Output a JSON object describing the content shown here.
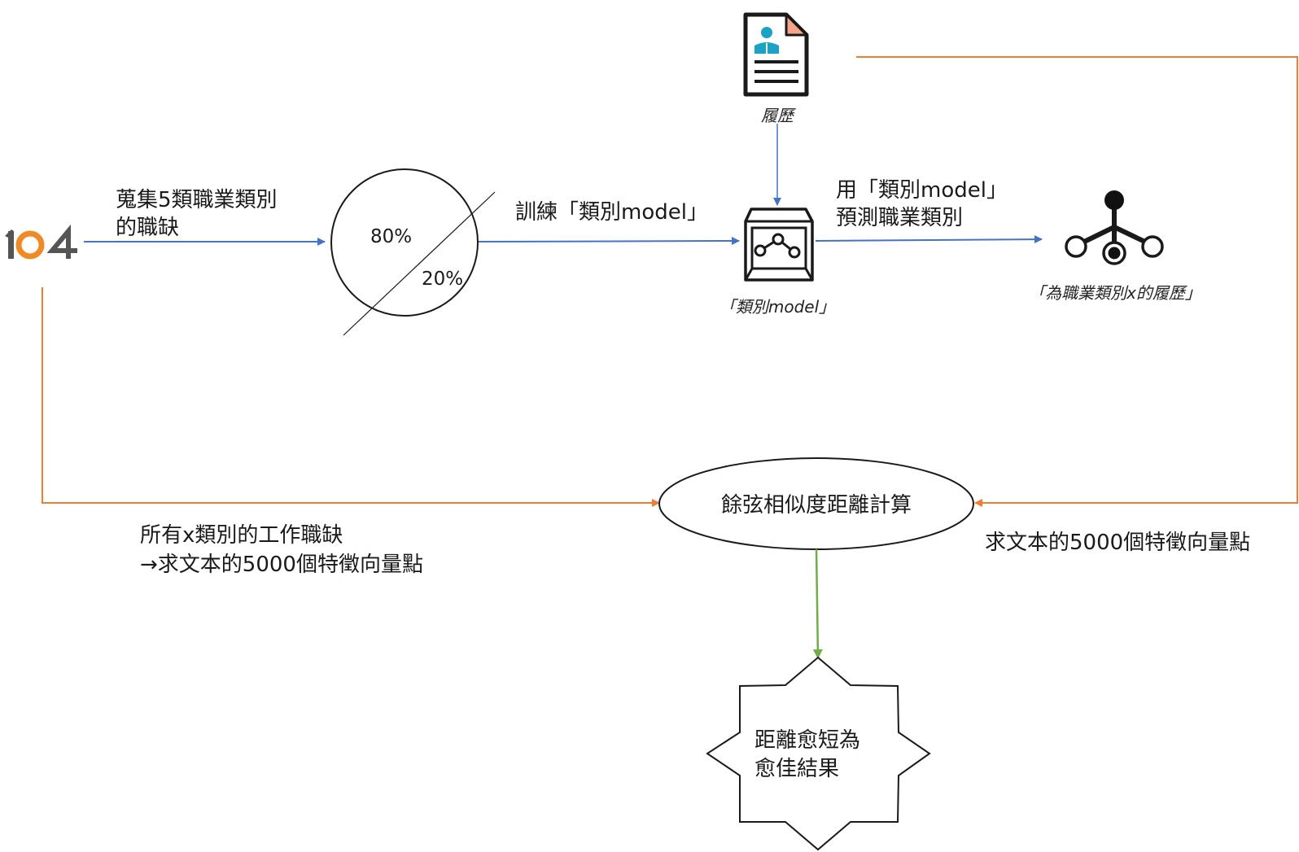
{
  "logo": {
    "text": "104"
  },
  "labels": {
    "collect_line1": "蒐集5類職業類別",
    "collect_line2": "的職缺",
    "split_80": "80%",
    "split_20": "20%",
    "train": "訓練「類別model」",
    "predict_line1": "用「類別model」",
    "predict_line2": "預測職業類別",
    "resume_caption": "履歷",
    "model_caption": "「類別model」",
    "resumes_for_category": "「為職業類別x的履歷」",
    "cosine": "餘弦相似度距離計算",
    "all_jobs_line1": "所有x類別的工作職缺",
    "all_jobs_line2": "→求文本的5000個特徵向量點",
    "right_feature": "求文本的5000個特徵向量點",
    "result_line1": "距離愈短為",
    "result_line2": "愈佳結果"
  },
  "colors": {
    "blue_arrow": "#4472c4",
    "orange_arrow": "#ed7d31",
    "green_arrow": "#70ad47",
    "logo_gray": "#555555",
    "logo_orange": "#f08a24",
    "resume_person": "#1ba3c6",
    "resume_corner": "#f4a58a"
  },
  "icons": [
    "logo-104",
    "resume-icon",
    "model-box-icon",
    "category-tree-icon"
  ]
}
